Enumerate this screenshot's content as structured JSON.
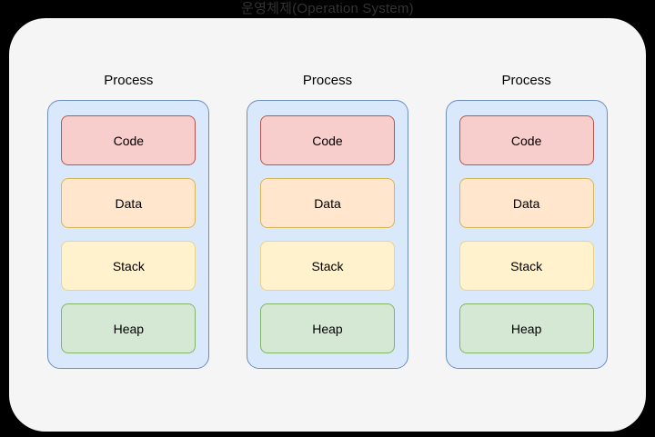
{
  "diagram": {
    "title": "운영체제(Operation System)",
    "title_color": "#333333",
    "backdrop_color": "#000000",
    "card_color": "#F5F5F5",
    "process_label": "Process",
    "process_fill": "#DAE8FC",
    "process_border": "#6C8EBF",
    "segment_names": {
      "code": "Code",
      "data": "Data",
      "stack": "Stack",
      "heap": "Heap"
    },
    "segment_colors": {
      "code_fill": "#F8CECC",
      "code_border": "#B85450",
      "data_fill": "#FFE6CC",
      "data_border": "#D6B656",
      "stack_fill": "#FFF2CC",
      "stack_border": "#E8D48B",
      "heap_fill": "#D5E8D4",
      "heap_border": "#82B366"
    },
    "processes": [
      {
        "label": "Process",
        "segments": [
          {
            "label": "Code"
          },
          {
            "label": "Data"
          },
          {
            "label": "Stack"
          },
          {
            "label": "Heap"
          }
        ]
      },
      {
        "label": "Process",
        "segments": [
          {
            "label": "Code"
          },
          {
            "label": "Data"
          },
          {
            "label": "Stack"
          },
          {
            "label": "Heap"
          }
        ]
      },
      {
        "label": "Process",
        "segments": [
          {
            "label": "Code"
          },
          {
            "label": "Data"
          },
          {
            "label": "Stack"
          },
          {
            "label": "Heap"
          }
        ]
      }
    ]
  }
}
